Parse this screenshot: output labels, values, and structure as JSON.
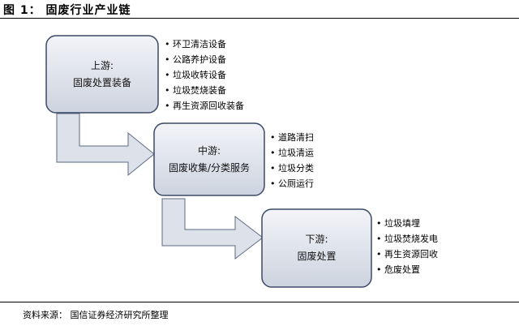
{
  "figure_title": "图 1： 固废行业产业链",
  "source_note": "资料来源： 国信证券经济研究所整理",
  "colors": {
    "box_fill_top": "#f2f4f8",
    "box_fill_bottom": "#cdd3df",
    "box_border": "#3b4a66",
    "arrow_fill": "#dde2ea",
    "arrow_stroke": "#5d6b82"
  },
  "stages": [
    {
      "name": "上游:",
      "description": "固废处置装备",
      "items": [
        "环卫清洁设备",
        "公路养护设备",
        "垃圾收转设备",
        "垃圾焚烧装备",
        "再生资源回收装备"
      ]
    },
    {
      "name": "中游:",
      "description": "固废收集/分类服务",
      "items": [
        "道路清扫",
        "垃圾清运",
        "垃圾分类",
        "公厕运行"
      ]
    },
    {
      "name": "下游:",
      "description": "固废处置",
      "items": [
        "垃圾填埋",
        "垃圾焚烧发电",
        "再生资源回收",
        "危废处置"
      ]
    }
  ]
}
